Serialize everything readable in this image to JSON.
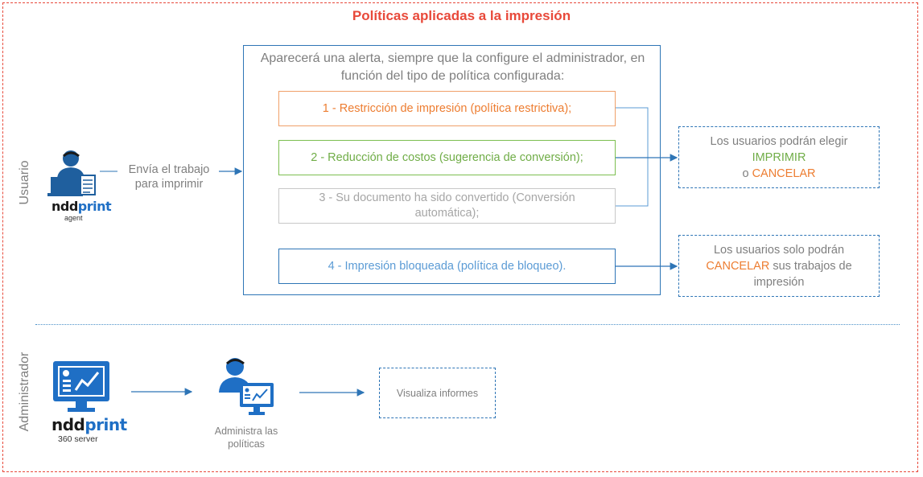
{
  "title": "Políticas aplicadas a la impresión",
  "lanes": {
    "user": "Usuario",
    "admin": "Administrador"
  },
  "user": {
    "logo_ndd": "ndd",
    "logo_print": "print",
    "logo_sub": "agent",
    "send_text": "Envía el trabajo para imprimir"
  },
  "alert_text": "Aparecerá una alerta, siempre que la configure el administrador, en función del tipo de política configurada:",
  "policies": [
    "1 - Restricción de impresión (política restrictiva);",
    "2 - Reducción de costos (sugerencia de conversión);",
    "3 - Su documento ha sido convertido (Conversión automática);",
    "4 - Impresión bloqueada (política de bloqueo)."
  ],
  "result1": {
    "pre": "Los usuarios podrán elegir ",
    "opt1": "IMPRIMIR",
    "mid": " o ",
    "opt2": "CANCELAR"
  },
  "result2": {
    "pre": "Los usuarios solo podrán ",
    "opt": "CANCELAR",
    "post": " sus trabajos de impresión"
  },
  "admin": {
    "logo_ndd": "ndd",
    "logo_print": "print",
    "logo_sub": "360 server",
    "manage_text": "Administra las políticas",
    "reports_text": "Visualiza informes"
  },
  "colors": {
    "accent_red": "#e8493a",
    "blue": "#2e75b6",
    "orange": "#ed7d31",
    "green": "#70ad47",
    "gray": "#a6a6a6"
  }
}
